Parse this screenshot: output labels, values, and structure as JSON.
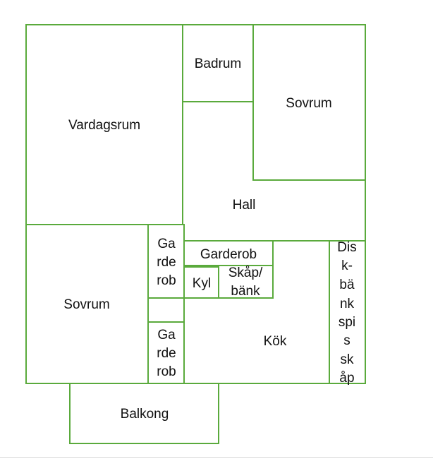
{
  "floor_plan": {
    "wall_color": "#5aaa3c",
    "rooms": {
      "vardagsrum": "Vardagsrum",
      "badrum": "Badrum",
      "sovrum_top": "Sovrum",
      "hall": "Hall",
      "sovrum_left": "Sovrum",
      "garderob_top_left": [
        "Ga",
        "rde",
        "rob"
      ],
      "garderob_bottom_left": [
        "Ga",
        "rde",
        "rob"
      ],
      "garderob_kitchen": "Garderob",
      "kyl": "Kyl",
      "skap_bank": [
        "Skåp/",
        "bänk"
      ],
      "kok": "Kök",
      "diskbank": [
        "Dis",
        "k-",
        "bä",
        "nk",
        "spi",
        "s",
        "sk",
        "åp"
      ],
      "balkong": "Balkong"
    }
  }
}
